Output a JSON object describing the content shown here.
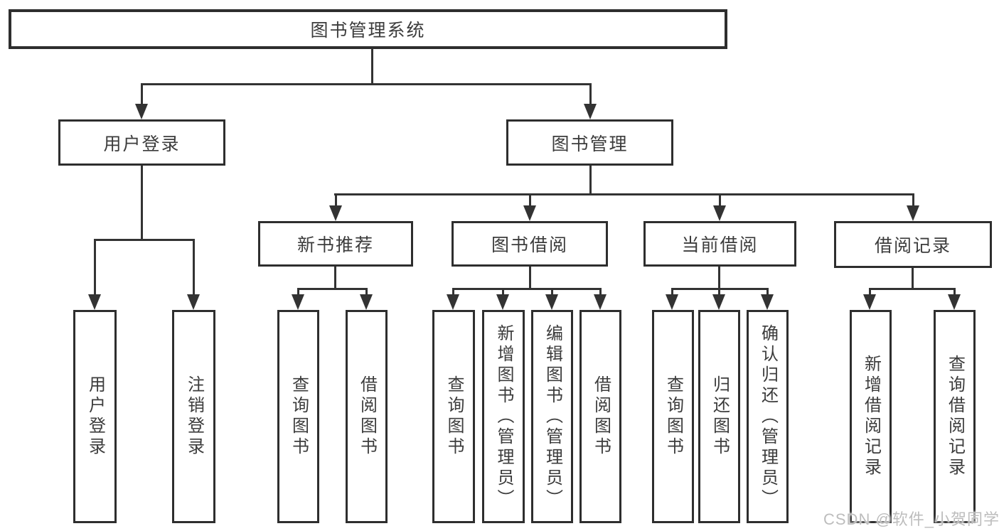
{
  "diagram": {
    "root": {
      "label": "图书管理系统"
    },
    "level2": [
      {
        "label": "用户登录"
      },
      {
        "label": "图书管理"
      }
    ],
    "level3": [
      {
        "label": "新书推荐"
      },
      {
        "label": "图书借阅"
      },
      {
        "label": "当前借阅"
      },
      {
        "label": "借阅记录"
      }
    ],
    "leaves": {
      "user_login": [
        "用户登录",
        "注销登录"
      ],
      "new_books": [
        "查询图书",
        "借阅图书"
      ],
      "book_borrow": [
        "查询图书",
        "新增图书（管理员）",
        "编辑图书（管理员）",
        "借阅图书"
      ],
      "current_borrow": [
        "查询图书",
        "归还图书",
        "确认归还（管理员）"
      ],
      "borrow_records": [
        "新增借阅记录",
        "查询借阅记录"
      ]
    }
  },
  "watermark": {
    "text": "CSDN @软件_小贺同学"
  },
  "colors": {
    "line": "#333333",
    "border": "#2e2e2e",
    "text": "#3c3c3c",
    "background": "#ffffff",
    "watermark": "#bdbdbd"
  }
}
